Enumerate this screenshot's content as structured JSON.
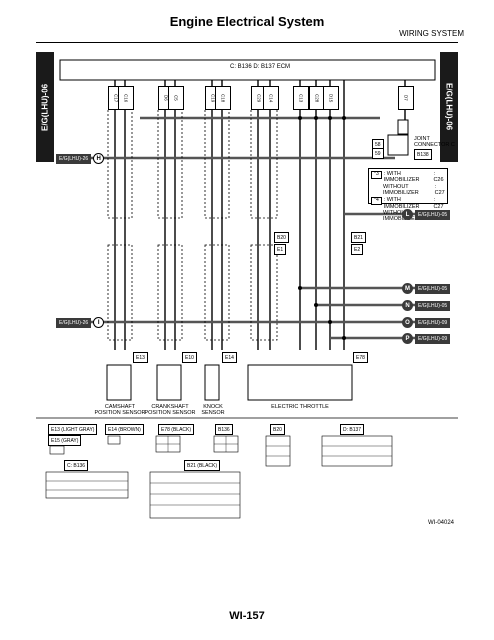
{
  "header": {
    "title": "Engine Electrical System",
    "subtitle": "WIRING SYSTEM"
  },
  "side_tabs": {
    "left": "E/G(LHU)-06",
    "right": "E/G(LHU)-06"
  },
  "ecm": {
    "label": "C: B136 D: B137 ECM"
  },
  "connectors_top": [
    "C17",
    "C16",
    "D6",
    "C5",
    "C19",
    "C18",
    "C29",
    "C14",
    "C13",
    "C28",
    "D15",
    "D7"
  ],
  "joint": {
    "label": "JOINT CONNECTOR C",
    "code": "B138",
    "pins": [
      "58",
      "59"
    ]
  },
  "legend": {
    "items": [
      {
        "mark": "*3",
        "text": ": WITH IMMOBILIZER",
        "code": ": C26"
      },
      {
        "mark": "",
        "text": "WITHOUT IMMOBILIZER",
        "code": ": C27"
      },
      {
        "mark": "*4",
        "text": ": WITH IMMOBILIZER",
        "code": ": C27"
      },
      {
        "mark": "",
        "text": "WITHOUT IMMOBILIZER",
        "code": ": C26"
      }
    ]
  },
  "refs": {
    "left_h": "E/G(LHU)-26",
    "left_i": "E/G(LHU)-26",
    "right_l": "E/G(LHU)-05",
    "right_m": "E/G(LHU)-05",
    "right_n": "E/G(LHU)-05",
    "right_o": "E/G(LHU)-09",
    "right_p": "E/G(LHU)-09",
    "letters": [
      "H",
      "I",
      "L",
      "M",
      "N",
      "O",
      "P"
    ]
  },
  "splice": {
    "b20": "B20",
    "b21": "B21",
    "e1": "E1",
    "e2": "E2"
  },
  "components": [
    {
      "code": "E13",
      "label": "CAMSHAFT POSITION SENSOR"
    },
    {
      "code": "E10",
      "label": "CRANKSHAFT POSITION SENSOR"
    },
    {
      "code": "E14",
      "label": "KNOCK SENSOR"
    },
    {
      "code": "E78",
      "label": "ELECTRIC THROTTLE"
    }
  ],
  "connector_views": {
    "e13": "E13 (LIGHT GRAY)",
    "e15": "E15 (GRAY)",
    "e14": "E14 (BROWN)",
    "e78": "E78 (BLACK)",
    "b136": "B136",
    "b20": "B20",
    "d137": "D: B137",
    "c136": "C: B136",
    "b21": "B21 (BLACK)"
  },
  "footer": {
    "page": "WI-157",
    "doc_ref": "WI-04024"
  }
}
